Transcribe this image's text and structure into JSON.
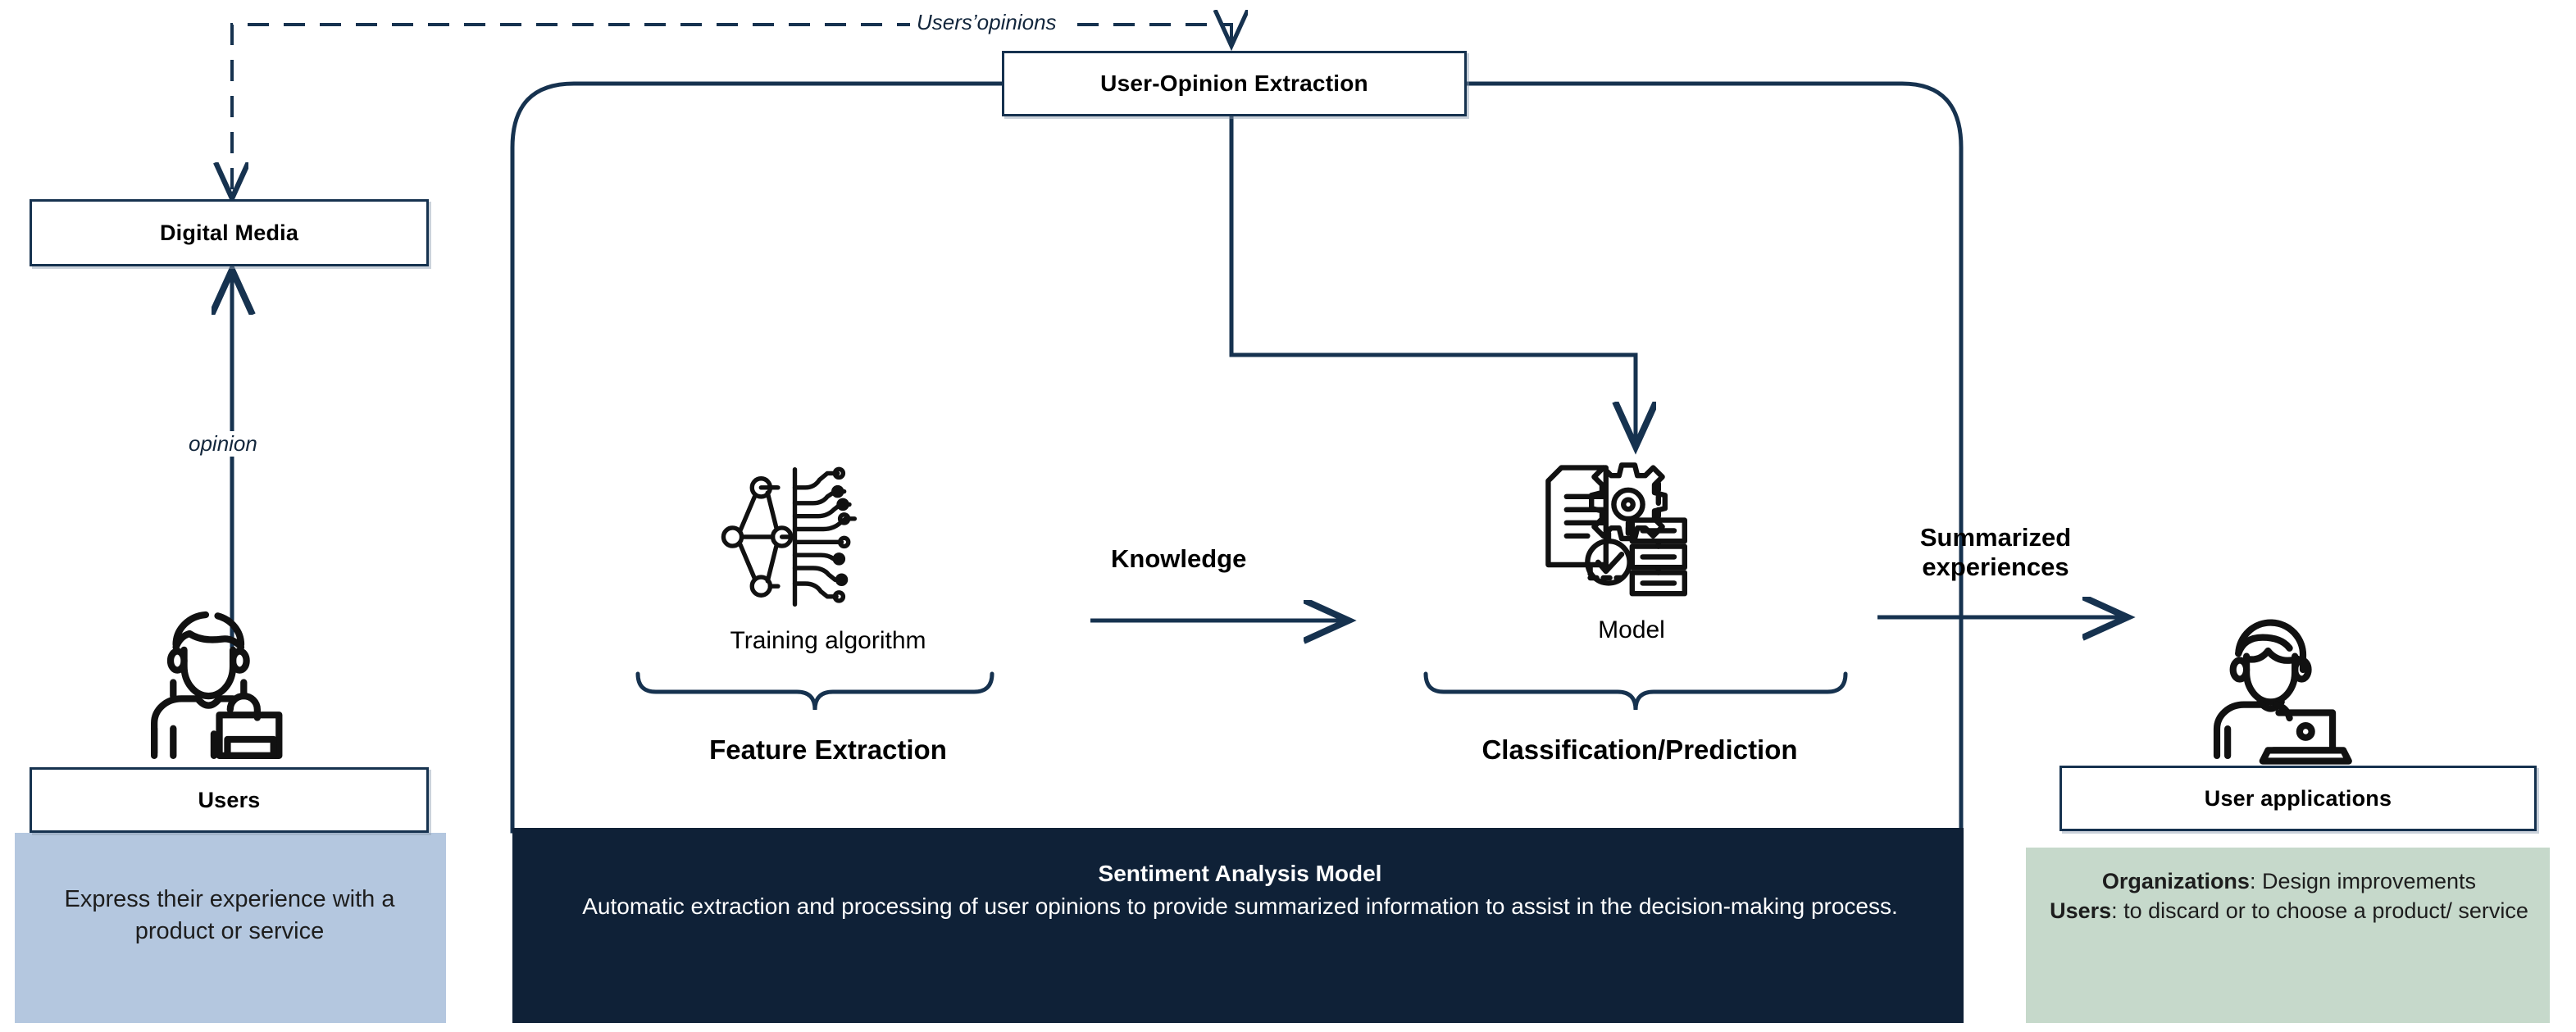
{
  "diagram": {
    "title": "Sentiment Analysis Model pipeline",
    "colors": {
      "navy_line": "#16324F",
      "dark_band": "#0F2137",
      "users_panel": "#B4C7DF",
      "apps_panel": "#C6D9CB",
      "box_border": "#16324F",
      "text": "#000000"
    }
  },
  "boxes": {
    "digital_media": "Digital Media",
    "users": "Users",
    "user_opinion_extraction": "User-Opinion Extraction",
    "user_applications": "User applications"
  },
  "panels": {
    "users_caption": "Express their experience with a product or service",
    "apps_caption_line1_label": "Organizations",
    "apps_caption_line1_text": ": Design improvements",
    "apps_caption_line2_label": "Users",
    "apps_caption_line2_text": ": to discard or to choose a product/ service"
  },
  "band": {
    "title": "Sentiment Analysis Model",
    "description": "Automatic extraction and processing of user opinions to provide summarized information to assist in the decision-making process."
  },
  "edge_labels": {
    "users_opinions": "Users’opinions",
    "opinion": "opinion",
    "knowledge": "Knowledge",
    "summarized_experiences": "Summarized experiences"
  },
  "stages": {
    "training_algorithm": "Training algorithm",
    "model": "Model",
    "feature_extraction": "Feature Extraction",
    "classification_prediction": "Classification/Prediction"
  },
  "icons": {
    "neural_network": "neural-network-icon",
    "model_gear": "model-gear-icon",
    "person_shopping": "person-with-shopping-bag-icon",
    "person_laptop": "person-with-laptop-icon"
  }
}
